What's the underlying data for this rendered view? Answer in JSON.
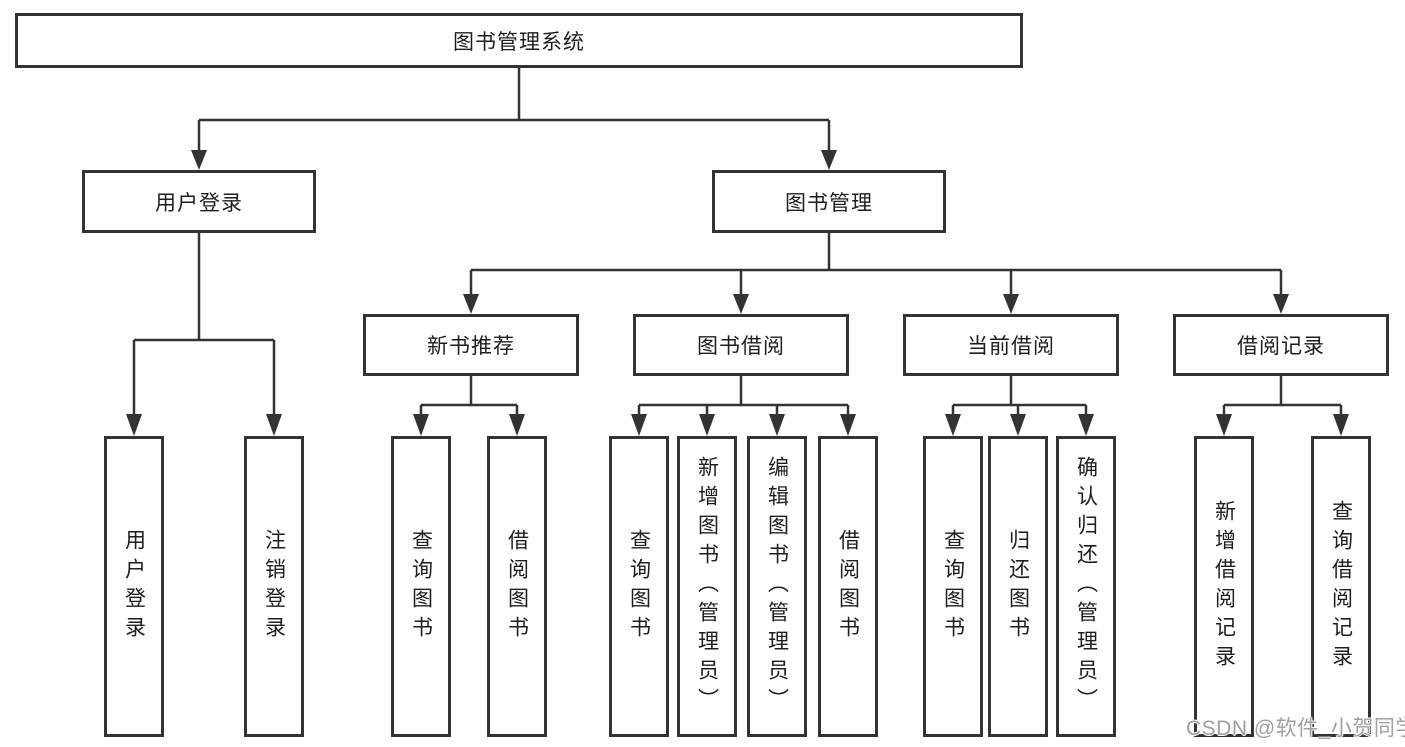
{
  "diagram": {
    "root": {
      "label": "图书管理系统"
    },
    "level2": [
      {
        "label": "用户登录",
        "children": [
          {
            "label": "用户登录"
          },
          {
            "label": "注销登录"
          }
        ]
      },
      {
        "label": "图书管理",
        "children": [
          {
            "label": "新书推荐",
            "children": [
              {
                "label": "查询图书"
              },
              {
                "label": "借阅图书"
              }
            ]
          },
          {
            "label": "图书借阅",
            "children": [
              {
                "label": "查询图书"
              },
              {
                "label": "新增图书（管理员）"
              },
              {
                "label": "编辑图书（管理员）"
              },
              {
                "label": "借阅图书"
              }
            ]
          },
          {
            "label": "当前借阅",
            "children": [
              {
                "label": "查询图书"
              },
              {
                "label": "归还图书"
              },
              {
                "label": "确认归还（管理员）"
              }
            ]
          },
          {
            "label": "借阅记录",
            "children": [
              {
                "label": "新增借阅记录"
              },
              {
                "label": "查询借阅记录"
              }
            ]
          }
        ]
      }
    ]
  },
  "watermark": {
    "text": "CSDN @软件_小贺同学"
  },
  "colors": {
    "line": "#333333",
    "text": "#1e1e1e",
    "watermark": "#a0a0a0",
    "background": "#ffffff"
  }
}
